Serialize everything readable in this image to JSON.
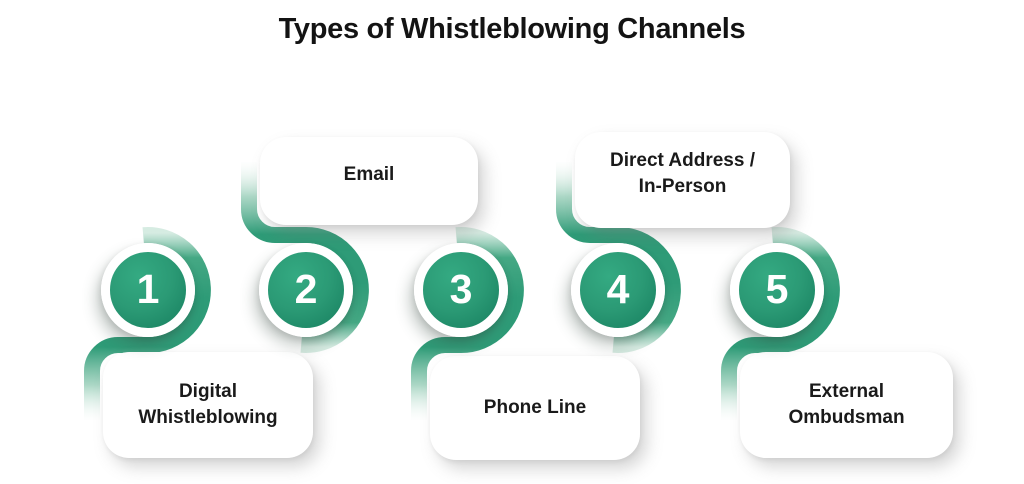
{
  "title": "Types of Whistleblowing Channels",
  "colors": {
    "accent_green": "#2E9B77",
    "accent_green_light": "#CFE8DD",
    "title_text": "#131313",
    "card_text": "#1A1A1A",
    "card_background": "#FFFFFF",
    "number_text": "#FFFFFF",
    "page_background": "#FFFFFF"
  },
  "items": [
    {
      "number": "1",
      "label": "Digital\nWhistleblowing",
      "card_position": "below"
    },
    {
      "number": "2",
      "label": "Email",
      "card_position": "above"
    },
    {
      "number": "3",
      "label": "Phone Line",
      "card_position": "below"
    },
    {
      "number": "4",
      "label": "Direct Address /\nIn-Person",
      "card_position": "above"
    },
    {
      "number": "5",
      "label": "External\nOmbudsman",
      "card_position": "below"
    }
  ]
}
